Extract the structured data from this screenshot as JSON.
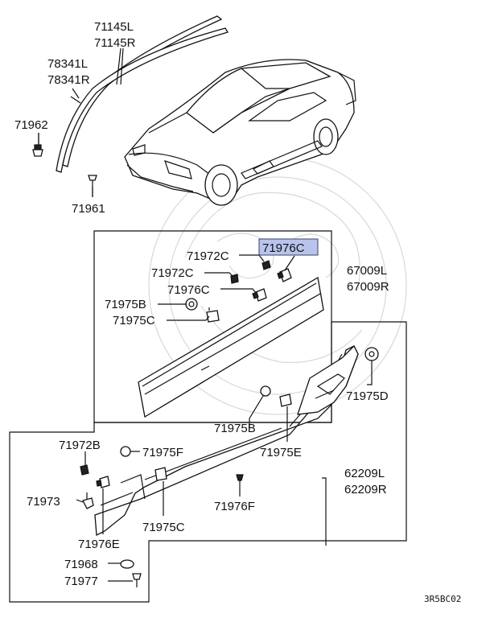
{
  "diagram_code": "3R5BC02",
  "highlighted_part": "71976C",
  "labels": {
    "l_71145": [
      "71145L",
      "71145R"
    ],
    "l_78341": [
      "78341L",
      "78341R"
    ],
    "l_71962": "71962",
    "l_71961": "71961",
    "l_71972c_a": "71972C",
    "l_71976c_hl": "71976C",
    "l_71972c_b": "71972C",
    "l_67009": [
      "67009L",
      "67009R"
    ],
    "l_71976c_b": "71976C",
    "l_71975b_a": "71975B",
    "l_71975c_a": "71975C",
    "l_71975d": "71975D",
    "l_71975b_b": "71975B",
    "l_71975e": "71975E",
    "l_71972b": "71972B",
    "l_71975f": "71975F",
    "l_62209": [
      "62209L",
      "62209R"
    ],
    "l_71973": "71973",
    "l_71976f": "71976F",
    "l_71975c_b": "71975C",
    "l_71976e": "71976E",
    "l_71968": "71968",
    "l_71977": "71977"
  }
}
